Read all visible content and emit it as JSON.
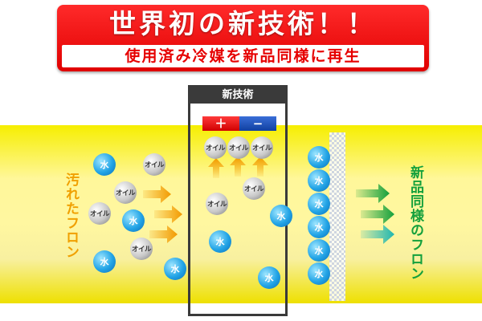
{
  "banner": {
    "title": "世界初の新技術！！",
    "subtitle": "使用済み冷媒を新品同様に再生"
  },
  "tech_box": {
    "label": "新技術"
  },
  "electrodes": {
    "plus": "＋",
    "minus": "−"
  },
  "labels": {
    "dirty_freon": "汚れたフロン",
    "clean_freon": "新品同様のフロン"
  },
  "particles": {
    "water": "水",
    "oil": "オイル"
  },
  "colors": {
    "banner_red": "#e60000",
    "pipe_yellow": "#f6ee00",
    "water_blue": "#22a4e6",
    "oil_gray": "#c8c8c8",
    "arrow_orange": "#f29a00",
    "arrow_green": "#14a03c",
    "arrow_teal": "#1fb6b0"
  }
}
